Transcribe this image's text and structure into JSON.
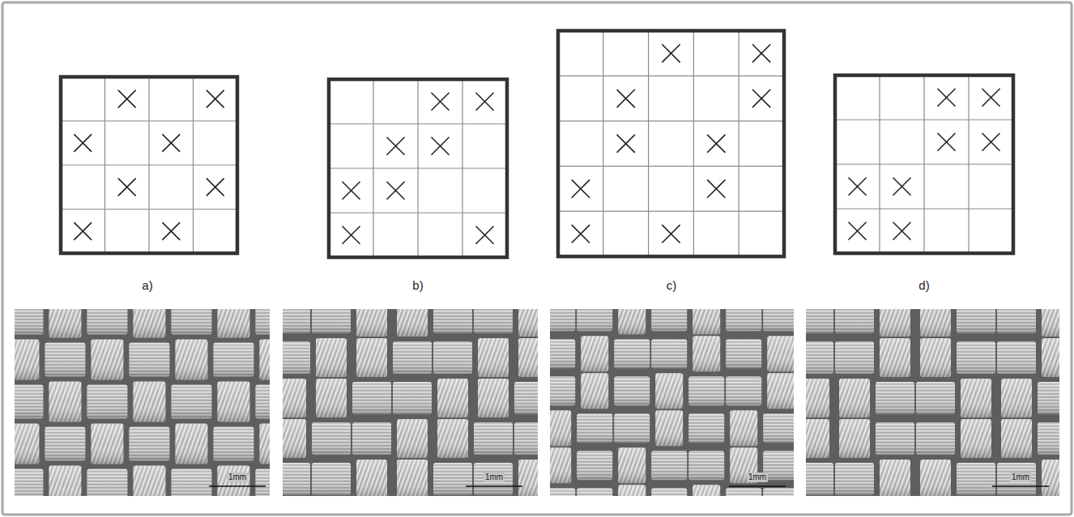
{
  "diagram": {
    "labels": [
      "a)",
      "b)",
      "c)",
      "d)",
      "1mm",
      "1mm",
      "1mm",
      "1mm"
    ]
  }
}
